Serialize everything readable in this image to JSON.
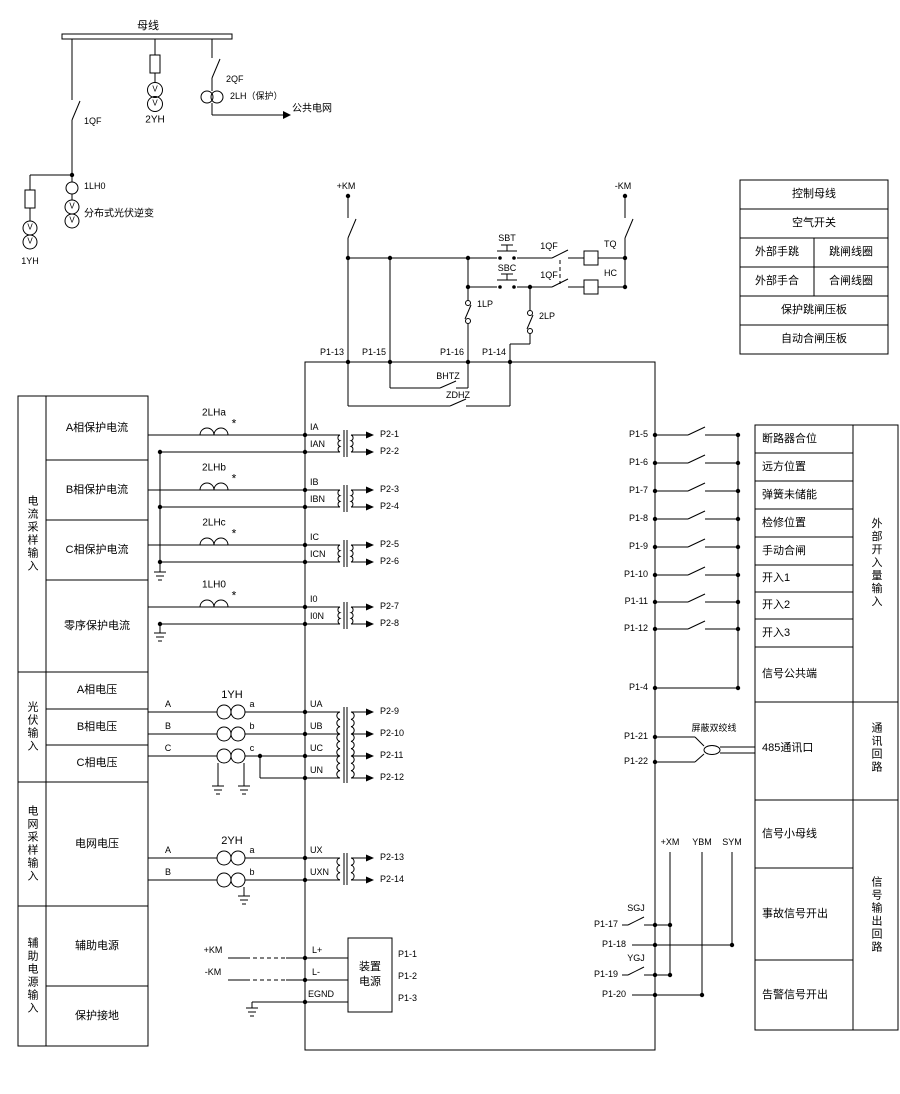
{
  "source": {
    "busbar": "母线",
    "qf1": "1QF",
    "qf2": "2QF",
    "yh2": "2YH",
    "lh2": "2LH（保护）",
    "grid": "公共电网",
    "lh0": "1LH0",
    "inverter": "分布式光伏逆变",
    "yh1": "1YH",
    "v_mark": "V"
  },
  "legend": {
    "r1": "控制母线",
    "r2": "空气开关",
    "r3a": "外部手跳",
    "r3b": "跳闸线圈",
    "r4a": "外部手合",
    "r4b": "合闸线圈",
    "r5": "保护跳闸压板",
    "r6": "自动合闸压板"
  },
  "control": {
    "km_pos": "+KM",
    "km_neg": "-KM",
    "sbt": "SBT",
    "sbc": "SBC",
    "qf_aux": "1QF",
    "tq": "TQ",
    "hc": "HC",
    "lp1": "1LP",
    "lp2": "2LP",
    "p1_13": "P1-13",
    "p1_15": "P1-15",
    "p1_16": "P1-16",
    "p1_14": "P1-14",
    "bhtz": "BHTZ",
    "zdhz": "ZDHZ"
  },
  "left_panel": {
    "cat1": "电流采样输入",
    "cat2": "光伏输入",
    "cat3": "电网采样输入",
    "cat4": "辅助电源输入",
    "rows1": [
      "A相保护电流",
      "B相保护电流",
      "C相保护电流",
      "零序保护电流"
    ],
    "rows2": [
      "A相电压",
      "B相电压",
      "C相电压"
    ],
    "rows3": [
      "电网电压"
    ],
    "rows4": [
      "辅助电源",
      "保护接地"
    ]
  },
  "analog": {
    "ct_a": "2LHa",
    "ct_b": "2LHb",
    "ct_c": "2LHc",
    "ct_0": "1LH0",
    "star": "*",
    "vt_pv": "1YH",
    "vt_grid": "2YH",
    "ph_a": "A",
    "ph_b": "B",
    "ph_c": "C",
    "sec_a": "a",
    "sec_b": "b",
    "sec_c": "c",
    "t": {
      "ia": "IA",
      "ian": "IAN",
      "ib": "IB",
      "ibn": "IBN",
      "ic": "IC",
      "icn": "ICN",
      "i0": "I0",
      "i0n": "I0N",
      "ua": "UA",
      "ub": "UB",
      "uc": "UC",
      "un": "UN",
      "ux": "UX",
      "uxn": "UXN"
    },
    "p2": [
      "P2-1",
      "P2-2",
      "P2-3",
      "P2-4",
      "P2-5",
      "P2-6",
      "P2-7",
      "P2-8",
      "P2-9",
      "P2-10",
      "P2-11",
      "P2-12",
      "P2-13",
      "P2-14"
    ]
  },
  "power": {
    "km_pos": "+KM",
    "km_neg": "-KM",
    "lp": "L+",
    "lm": "L-",
    "egnd": "EGND",
    "unit": "装置电源",
    "p1": [
      "P1-1",
      "P1-2",
      "P1-3"
    ]
  },
  "inputs": {
    "p1": [
      "P1-5",
      "P1-6",
      "P1-7",
      "P1-8",
      "P1-9",
      "P1-10",
      "P1-11",
      "P1-12"
    ],
    "common": "P1-4",
    "rows": [
      "断路器合位",
      "远方位置",
      "弹簧未储能",
      "检修位置",
      "手动合闸",
      "开入1",
      "开入2",
      "开入3",
      "信号公共端"
    ],
    "cat": "外部开入量输入"
  },
  "comm": {
    "p1_21": "P1-21",
    "p1_22": "P1-22",
    "cable": "屏蔽双绞线",
    "port": "485通讯口",
    "cat": "通讯回路"
  },
  "signal": {
    "xm": "+XM",
    "ybm": "YBM",
    "sym": "SYM",
    "bus_row": "信号小母线",
    "sgj": "SGJ",
    "ygj": "YGJ",
    "p1_17": "P1-17",
    "p1_18": "P1-18",
    "p1_19": "P1-19",
    "p1_20": "P1-20",
    "accident": "事故信号开出",
    "alarm": "告警信号开出",
    "cat": "信号输出回路"
  }
}
